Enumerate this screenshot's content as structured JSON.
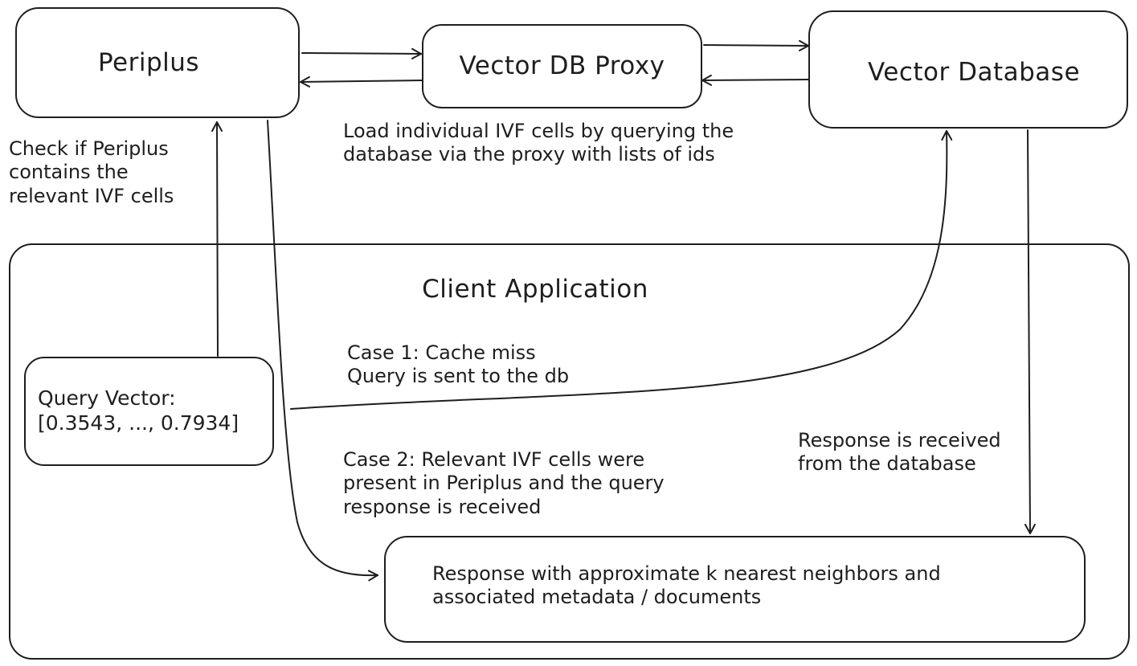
{
  "nodes": {
    "periplus": "Periplus",
    "proxy": "Vector DB Proxy",
    "database": "Vector Database",
    "client": "Client Application",
    "query_vector": "Query Vector:\n[0.3543, ..., 0.7934]",
    "response": "Response with approximate k nearest neighbors and\nassociated metadata / documents"
  },
  "annotations": {
    "check": "Check if Periplus\ncontains the\nrelevant IVF cells",
    "load": "Load individual IVF cells by querying the\ndatabase via the proxy with lists of ids",
    "case1": "Case 1: Cache miss\nQuery is sent to the db",
    "case2": "Case 2: Relevant IVF cells were\npresent in Periplus and the query\nresponse is received",
    "received": "Response is received\nfrom the database"
  },
  "colors": {
    "stroke": "#1e1e1e",
    "background": "#ffffff"
  }
}
